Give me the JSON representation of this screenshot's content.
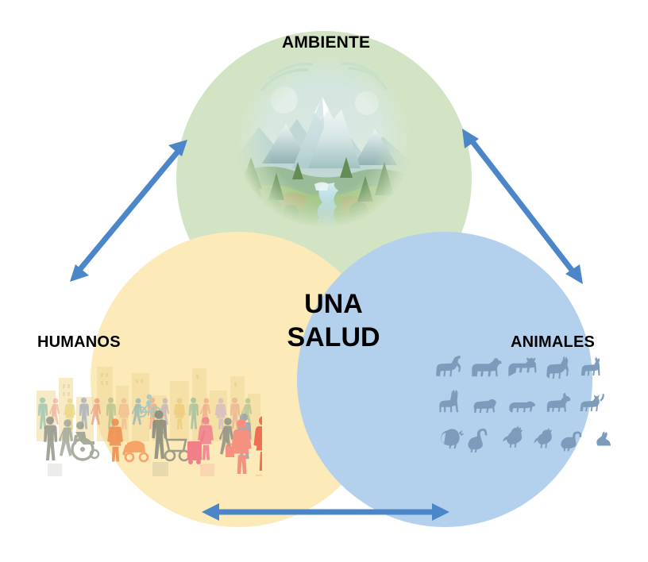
{
  "diagram": {
    "title": "UNA SALUD",
    "type": "venn-3-circle",
    "center_label_line1": "UNA",
    "center_label_line2": "SALUD",
    "circles": [
      {
        "id": "ambiente",
        "label": "AMBIENTE",
        "color": "#d3e4c4",
        "position": "top",
        "illustration": "mountain-landscape-illustration",
        "illustration_description": "Watercolor mountain landscape with snowy peaks, pine forest and a stream"
      },
      {
        "id": "humanos",
        "label": "HUMANOS",
        "color": "#fdeab9",
        "position": "bottom-left",
        "illustration": "crowd-city-illustration",
        "illustration_description": "Colorful silhouettes of a crowd of people walking in front of a city skyline"
      },
      {
        "id": "animales",
        "label": "ANIMALES",
        "color": "#b3d0ec",
        "position": "bottom-right",
        "illustration": "animal-silhouettes-illustration",
        "illustration_description": "Grid of grey-blue farm and domestic animal silhouettes"
      }
    ],
    "overlap_colors": {
      "ambiente_humanos": "#cedfa4",
      "ambiente_animales": "#aacfb1",
      "humanos_animales": "#e3dcaf",
      "center_all_three": "#c8d79f"
    },
    "arrows": [
      {
        "id": "arrow-humanos-ambiente",
        "style": "double-headed",
        "color": "#4a86c8",
        "from": "humanos",
        "to": "ambiente"
      },
      {
        "id": "arrow-ambiente-animales",
        "style": "double-headed",
        "color": "#4a86c8",
        "from": "ambiente",
        "to": "animales"
      },
      {
        "id": "arrow-humanos-animales",
        "style": "double-headed",
        "color": "#4a86c8",
        "from": "humanos",
        "to": "animales"
      }
    ],
    "animal_rows": [
      [
        "horse",
        "cow",
        "bull",
        "donkey",
        "goat"
      ],
      [
        "llama",
        "sheep",
        "pig",
        "dog",
        "cat"
      ],
      [
        "turkey",
        "goose",
        "rooster",
        "hen",
        "duck",
        "rabbit"
      ]
    ]
  }
}
